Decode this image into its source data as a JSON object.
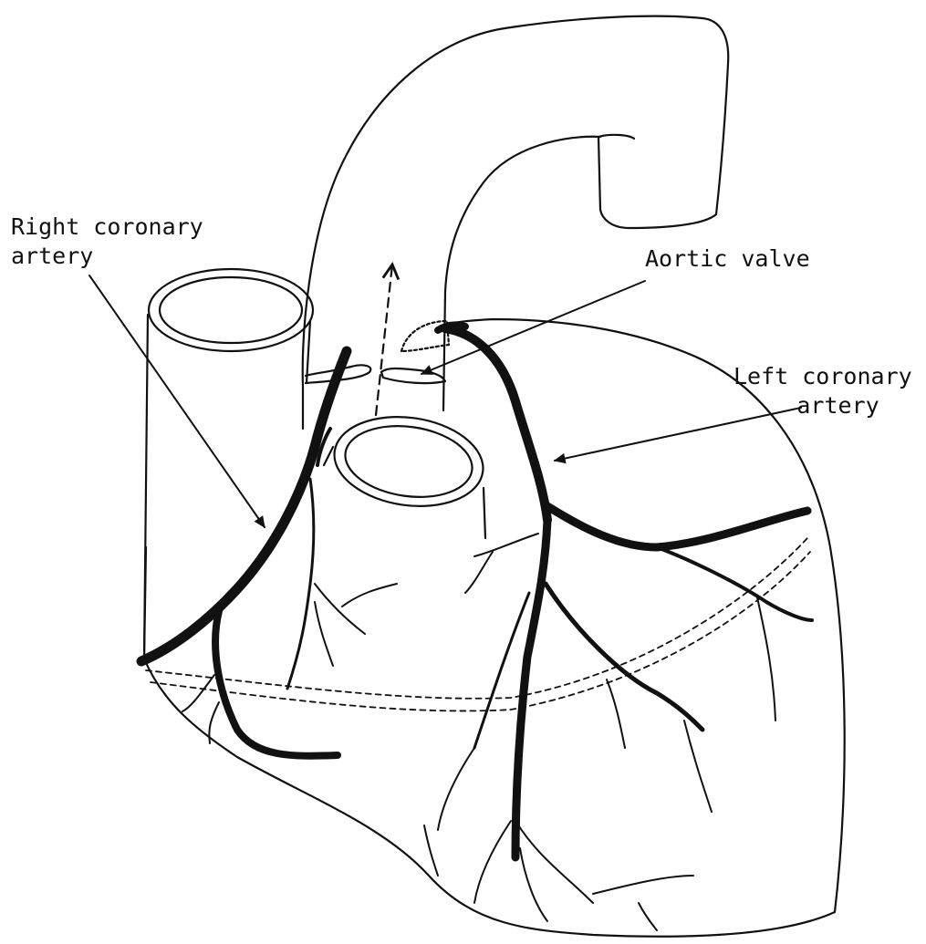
{
  "labels": {
    "right_coronary_artery": {
      "line1": "Right coronary",
      "line2": "artery"
    },
    "aortic_valve": {
      "line1": "Aortic valve"
    },
    "left_coronary_artery": {
      "line1": "Left coronary",
      "line2": "artery"
    }
  },
  "colors": {
    "ink": "#111111",
    "background": "#ffffff"
  }
}
